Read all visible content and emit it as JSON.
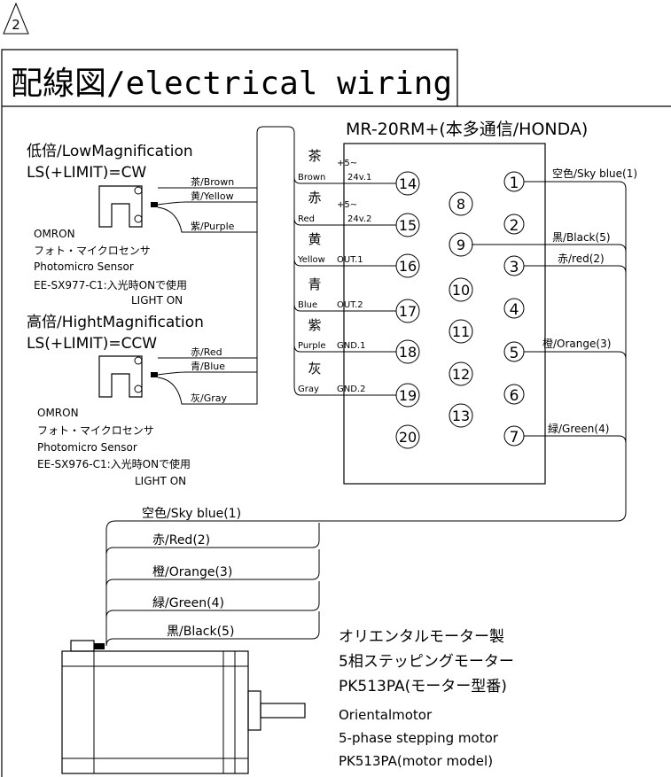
{
  "revision_mark": "2",
  "title": "配線図/electrical wiring",
  "connector": {
    "title": "MR-20RM+(本多通信/HONDA)",
    "pins": [
      "1",
      "2",
      "3",
      "4",
      "5",
      "6",
      "7",
      "8",
      "9",
      "10",
      "11",
      "12",
      "13",
      "14",
      "15",
      "16",
      "17",
      "18",
      "19",
      "20"
    ],
    "left_wires": [
      {
        "jp": "茶",
        "en": "Brown",
        "sig_top": "+5~",
        "sig": "24v.1",
        "pin": "14"
      },
      {
        "jp": "赤",
        "en": "Red",
        "sig_top": "+5~",
        "sig": "24v.2",
        "pin": "15"
      },
      {
        "jp": "黄",
        "en": "Yellow",
        "sig_top": "",
        "sig": "OUT.1",
        "pin": "16"
      },
      {
        "jp": "青",
        "en": "Blue",
        "sig_top": "",
        "sig": "OUT.2",
        "pin": "17"
      },
      {
        "jp": "紫",
        "en": "Purple",
        "sig_top": "",
        "sig": "GND.1",
        "pin": "18"
      },
      {
        "jp": "灰",
        "en": "Gray",
        "sig_top": "",
        "sig": "GND.2",
        "pin": "19"
      }
    ],
    "right_wires": [
      {
        "label": "空色/Sky blue(1)",
        "pin": "1"
      },
      {
        "label": "黒/Black(5)",
        "pin": "9"
      },
      {
        "label": "赤/red(2)",
        "pin": "3"
      },
      {
        "label": "橙/Orange(3)",
        "pin": "5"
      },
      {
        "label": "緑/Green(4)",
        "pin": "7"
      }
    ]
  },
  "sensor_low": {
    "title": "低倍/LowMagnification",
    "limit": "LS(+LIMIT)=CW",
    "wires": [
      "茶/Brown",
      "黄/Yellow",
      "紫/Purple"
    ],
    "maker": "OMRON",
    "jp_name": "フォト・マイクロセンサ",
    "en_name": "Photomicro Sensor",
    "model": "EE-SX977-C1:入光時ONで使用",
    "mode": "LIGHT ON"
  },
  "sensor_high": {
    "title": "高倍/HightMagnification",
    "limit": "LS(+LIMIT)=CCW",
    "wires": [
      "赤/Red",
      "青/Blue",
      "灰/Gray"
    ],
    "maker": "OMRON",
    "jp_name": "フォト・マイクロセンサ",
    "en_name": "Photomicro Sensor",
    "model": "EE-SX976-C1:入光時ONで使用",
    "mode": "LIGHT ON"
  },
  "motor_wires": [
    "空色/Sky blue(1)",
    "赤/Red(2)",
    "橙/Orange(3)",
    "緑/Green(4)",
    "黒/Black(5)"
  ],
  "motor": {
    "jp_line1": "オリエンタルモーター製",
    "jp_line2": "5相ステッピングモーター",
    "jp_line3": "PK513PA(モーター型番)",
    "en_line1": "Orientalmotor",
    "en_line2": "5-phase stepping motor",
    "en_line3": "PK513PA(motor model)"
  }
}
